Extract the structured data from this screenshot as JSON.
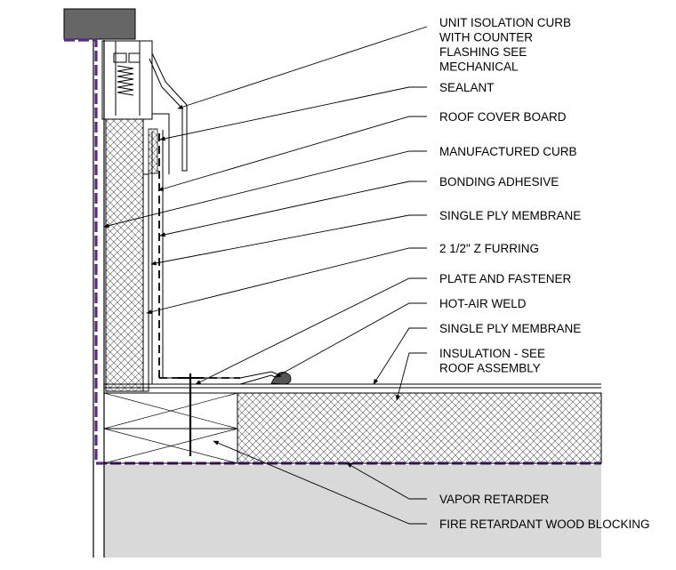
{
  "labels": [
    {
      "id": "unit-isolation-curb",
      "lines": [
        "UNIT ISOLATION CURB",
        "WITH COUNTER",
        "FLASHING SEE",
        "MECHANICAL"
      ]
    },
    {
      "id": "sealant",
      "lines": [
        "SEALANT"
      ]
    },
    {
      "id": "roof-cover-board",
      "lines": [
        "ROOF COVER BOARD"
      ]
    },
    {
      "id": "manufactured-curb",
      "lines": [
        "MANUFACTURED CURB"
      ]
    },
    {
      "id": "bonding-adhesive",
      "lines": [
        "BONDING ADHESIVE"
      ]
    },
    {
      "id": "single-ply-membrane-upper",
      "lines": [
        "SINGLE PLY MEMBRANE"
      ]
    },
    {
      "id": "z-furring",
      "lines": [
        "2 1/2\" Z FURRING"
      ]
    },
    {
      "id": "plate-and-fastener",
      "lines": [
        "PLATE AND FASTENER"
      ]
    },
    {
      "id": "hot-air-weld",
      "lines": [
        "HOT-AIR WELD"
      ]
    },
    {
      "id": "single-ply-membrane-lower",
      "lines": [
        "SINGLE PLY MEMBRANE"
      ]
    },
    {
      "id": "insulation",
      "lines": [
        "INSULATION - SEE",
        "ROOF ASSEMBLY"
      ]
    },
    {
      "id": "vapor-retarder",
      "lines": [
        "VAPOR RETARDER"
      ]
    },
    {
      "id": "fire-retardant-wood-blocking",
      "lines": [
        "FIRE RETARDANT WOOD BLOCKING"
      ]
    }
  ],
  "colors": {
    "vapor_retarder": "#5a2a82",
    "deck": "#d9d9d9",
    "cap": "#666666",
    "line": "#000000"
  }
}
